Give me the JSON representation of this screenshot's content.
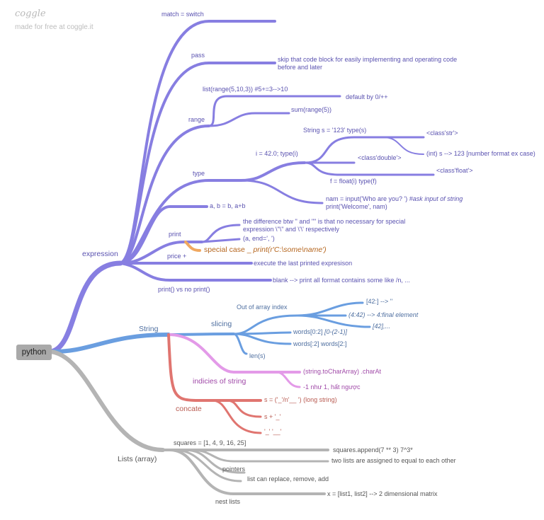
{
  "brand": {
    "logo": "coggle",
    "tagline": "made for free at coggle.it"
  },
  "colors": {
    "expression": "#8178e0",
    "string": "#6a9ee0",
    "indicies": "#e39ae8",
    "concate": "#e07570",
    "lists": "#b4b4b4",
    "special": "#f0a860"
  },
  "root": {
    "label": "python"
  },
  "expression": {
    "label": "expression",
    "match": "match = switch",
    "pass": "pass",
    "pass_note": "skip that code block for easily implementing and operating code before and later",
    "range": "range",
    "range_list": "list(range(5,10,3)) #5+=3-->10",
    "range_default": "default by 0/++",
    "range_sum": "sum(range(5))",
    "type": "type",
    "type_string": "String s = '123' type(s)",
    "type_class_str": "<class'str'>",
    "type_int": "(int) s --> 123 [number format ex case)",
    "type_i": "i = 42.0; type(i)",
    "type_class_double": "<class'double'>",
    "type_class_float": "<class'float'>",
    "type_float": "f = float(i) type(f)",
    "type_input_code": "nam = input('Who are you? ')",
    "type_input_comment": "#ask input of string",
    "type_print": "print('Welcome', nam)",
    "swap": "a, b = b, a+b",
    "print": "print",
    "print_note": "the difference btw '' and \"\" is that no necessary for special expression \\\"\\\" and \\'\\' respectively",
    "print_end": "(a, end=', ')",
    "special_prefix": "special case _ ",
    "special_code": "print(r'C:\\some\\name')",
    "price": "price +",
    "price_note": "execute the last printed expresison",
    "print_vs": "print() vs no print()",
    "print_vs_note": "blank --> print all format contains some like /n, ..."
  },
  "string": {
    "label": "String",
    "slicing": "slicing",
    "out_of_index": "Out of array index",
    "s42": "[42:] --> ''",
    "s4_42": "(4:42) --> 4:final element",
    "s42b": "[42],...",
    "words02": "words[0:2]",
    "words02_note": "[0-(2-1)]",
    "words2": "words[:2] words[2:]",
    "len": "len(s)",
    "indicies": "indicies of string",
    "char_at": "(string.toCharArray) .charAt",
    "negative": "-1 như 1, hất ngược",
    "concate": "concate",
    "long_string": "s = ('_'/n'__ ') (long string)",
    "s_plus": "s + '_'",
    "s_quote": "'_' '__'"
  },
  "lists": {
    "label": "Lists (array)",
    "squares": "squares = [1, 4, 9, 16, 25]",
    "append": "squares.append(7 ** 3) 7^3*",
    "assign": "two lists are assigned to equal to each other",
    "pointers": "pointers",
    "replace": "list can replace, remove, add",
    "nest": "nest lists",
    "matrix": "x = [list1, list2] --> 2 dimensional matrix"
  }
}
